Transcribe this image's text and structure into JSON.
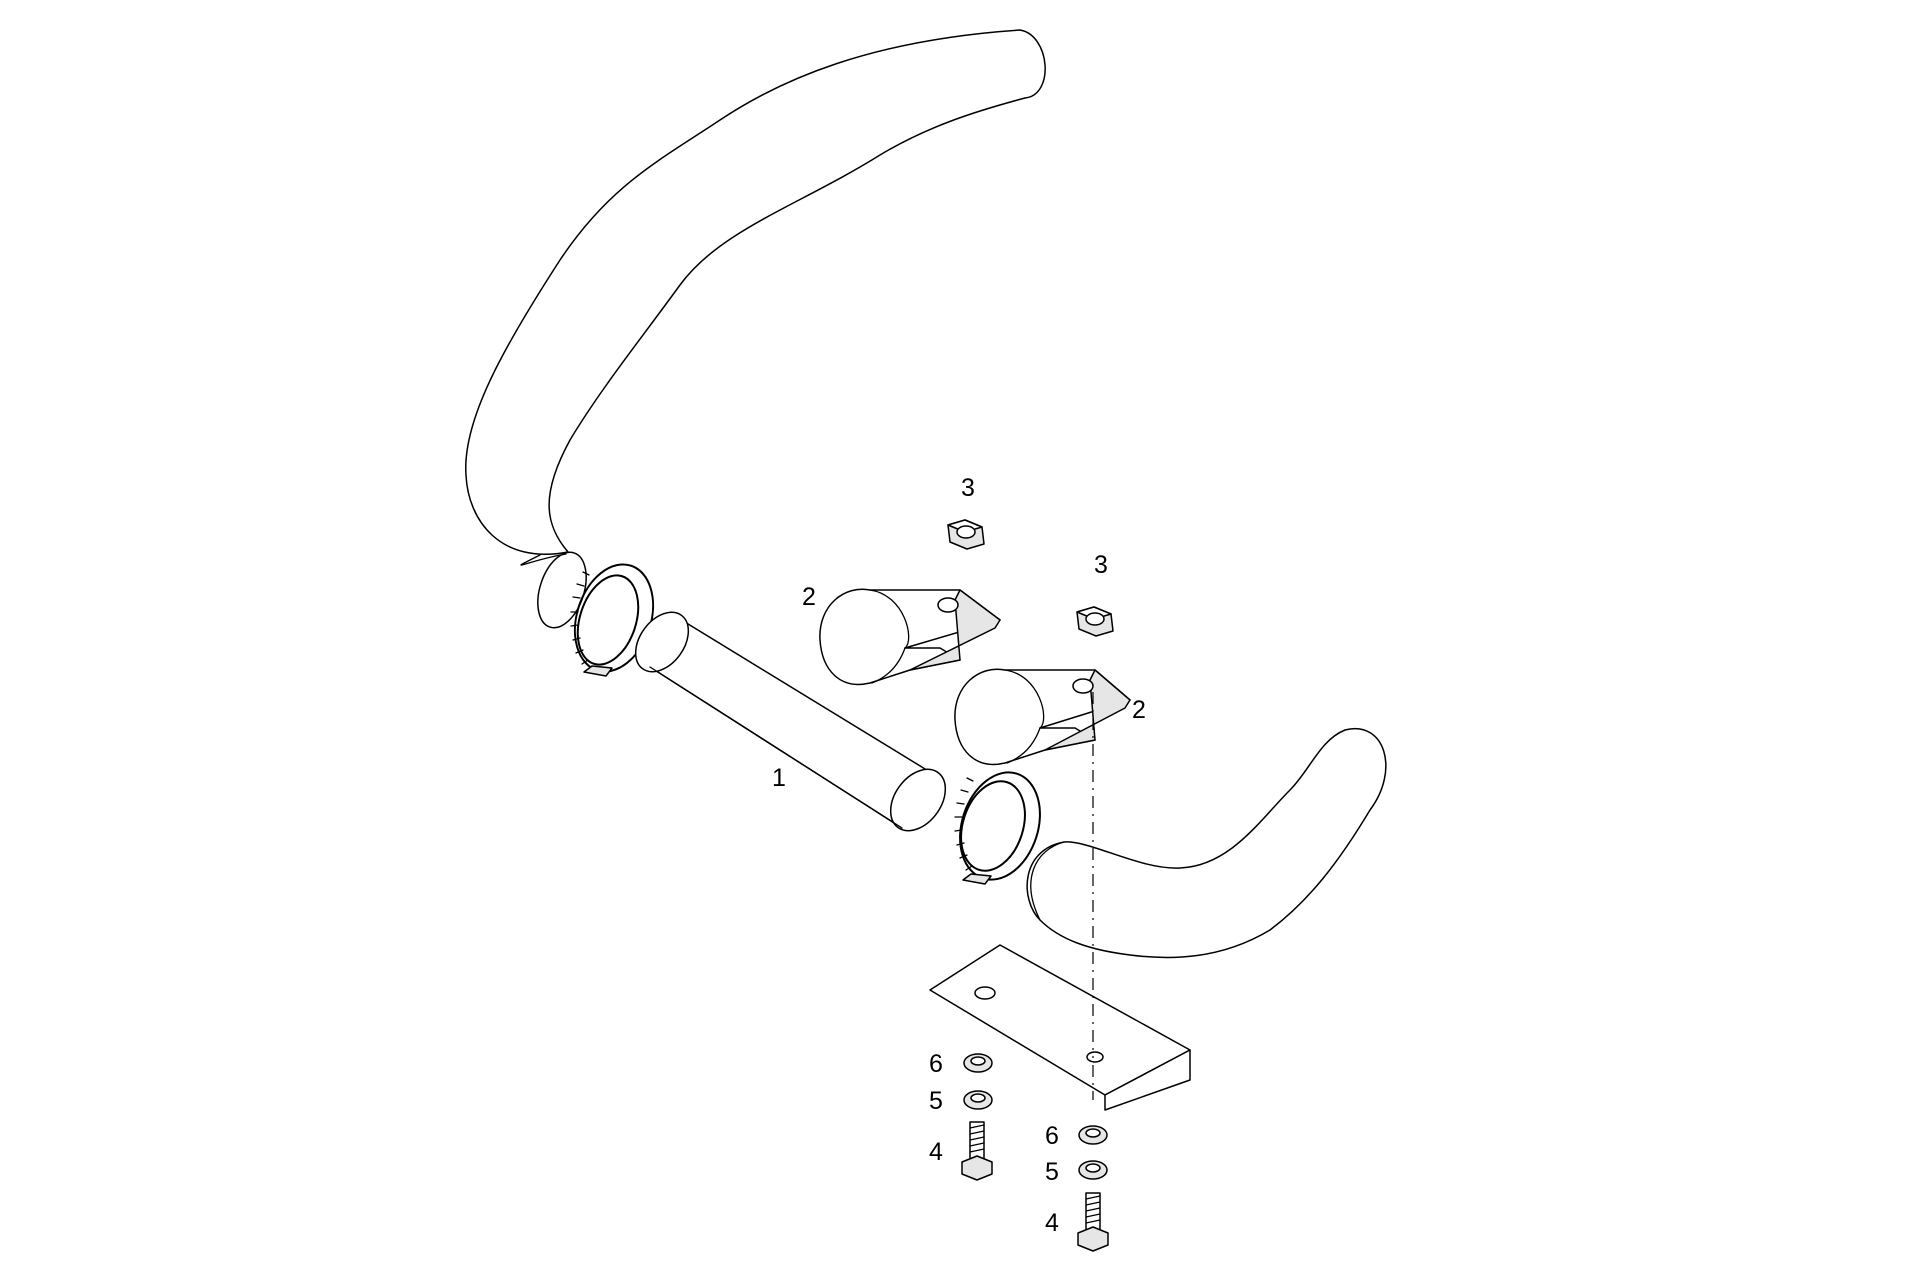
{
  "callouts": {
    "tube": "1",
    "clamp_upper": "2",
    "clamp_lower": "2",
    "nut_left": "3",
    "nut_right": "3",
    "washer6_left": "6",
    "washer5_left": "5",
    "bolt_left": "4",
    "washer6_right": "6",
    "washer5_right": "5",
    "bolt_right": "4"
  }
}
